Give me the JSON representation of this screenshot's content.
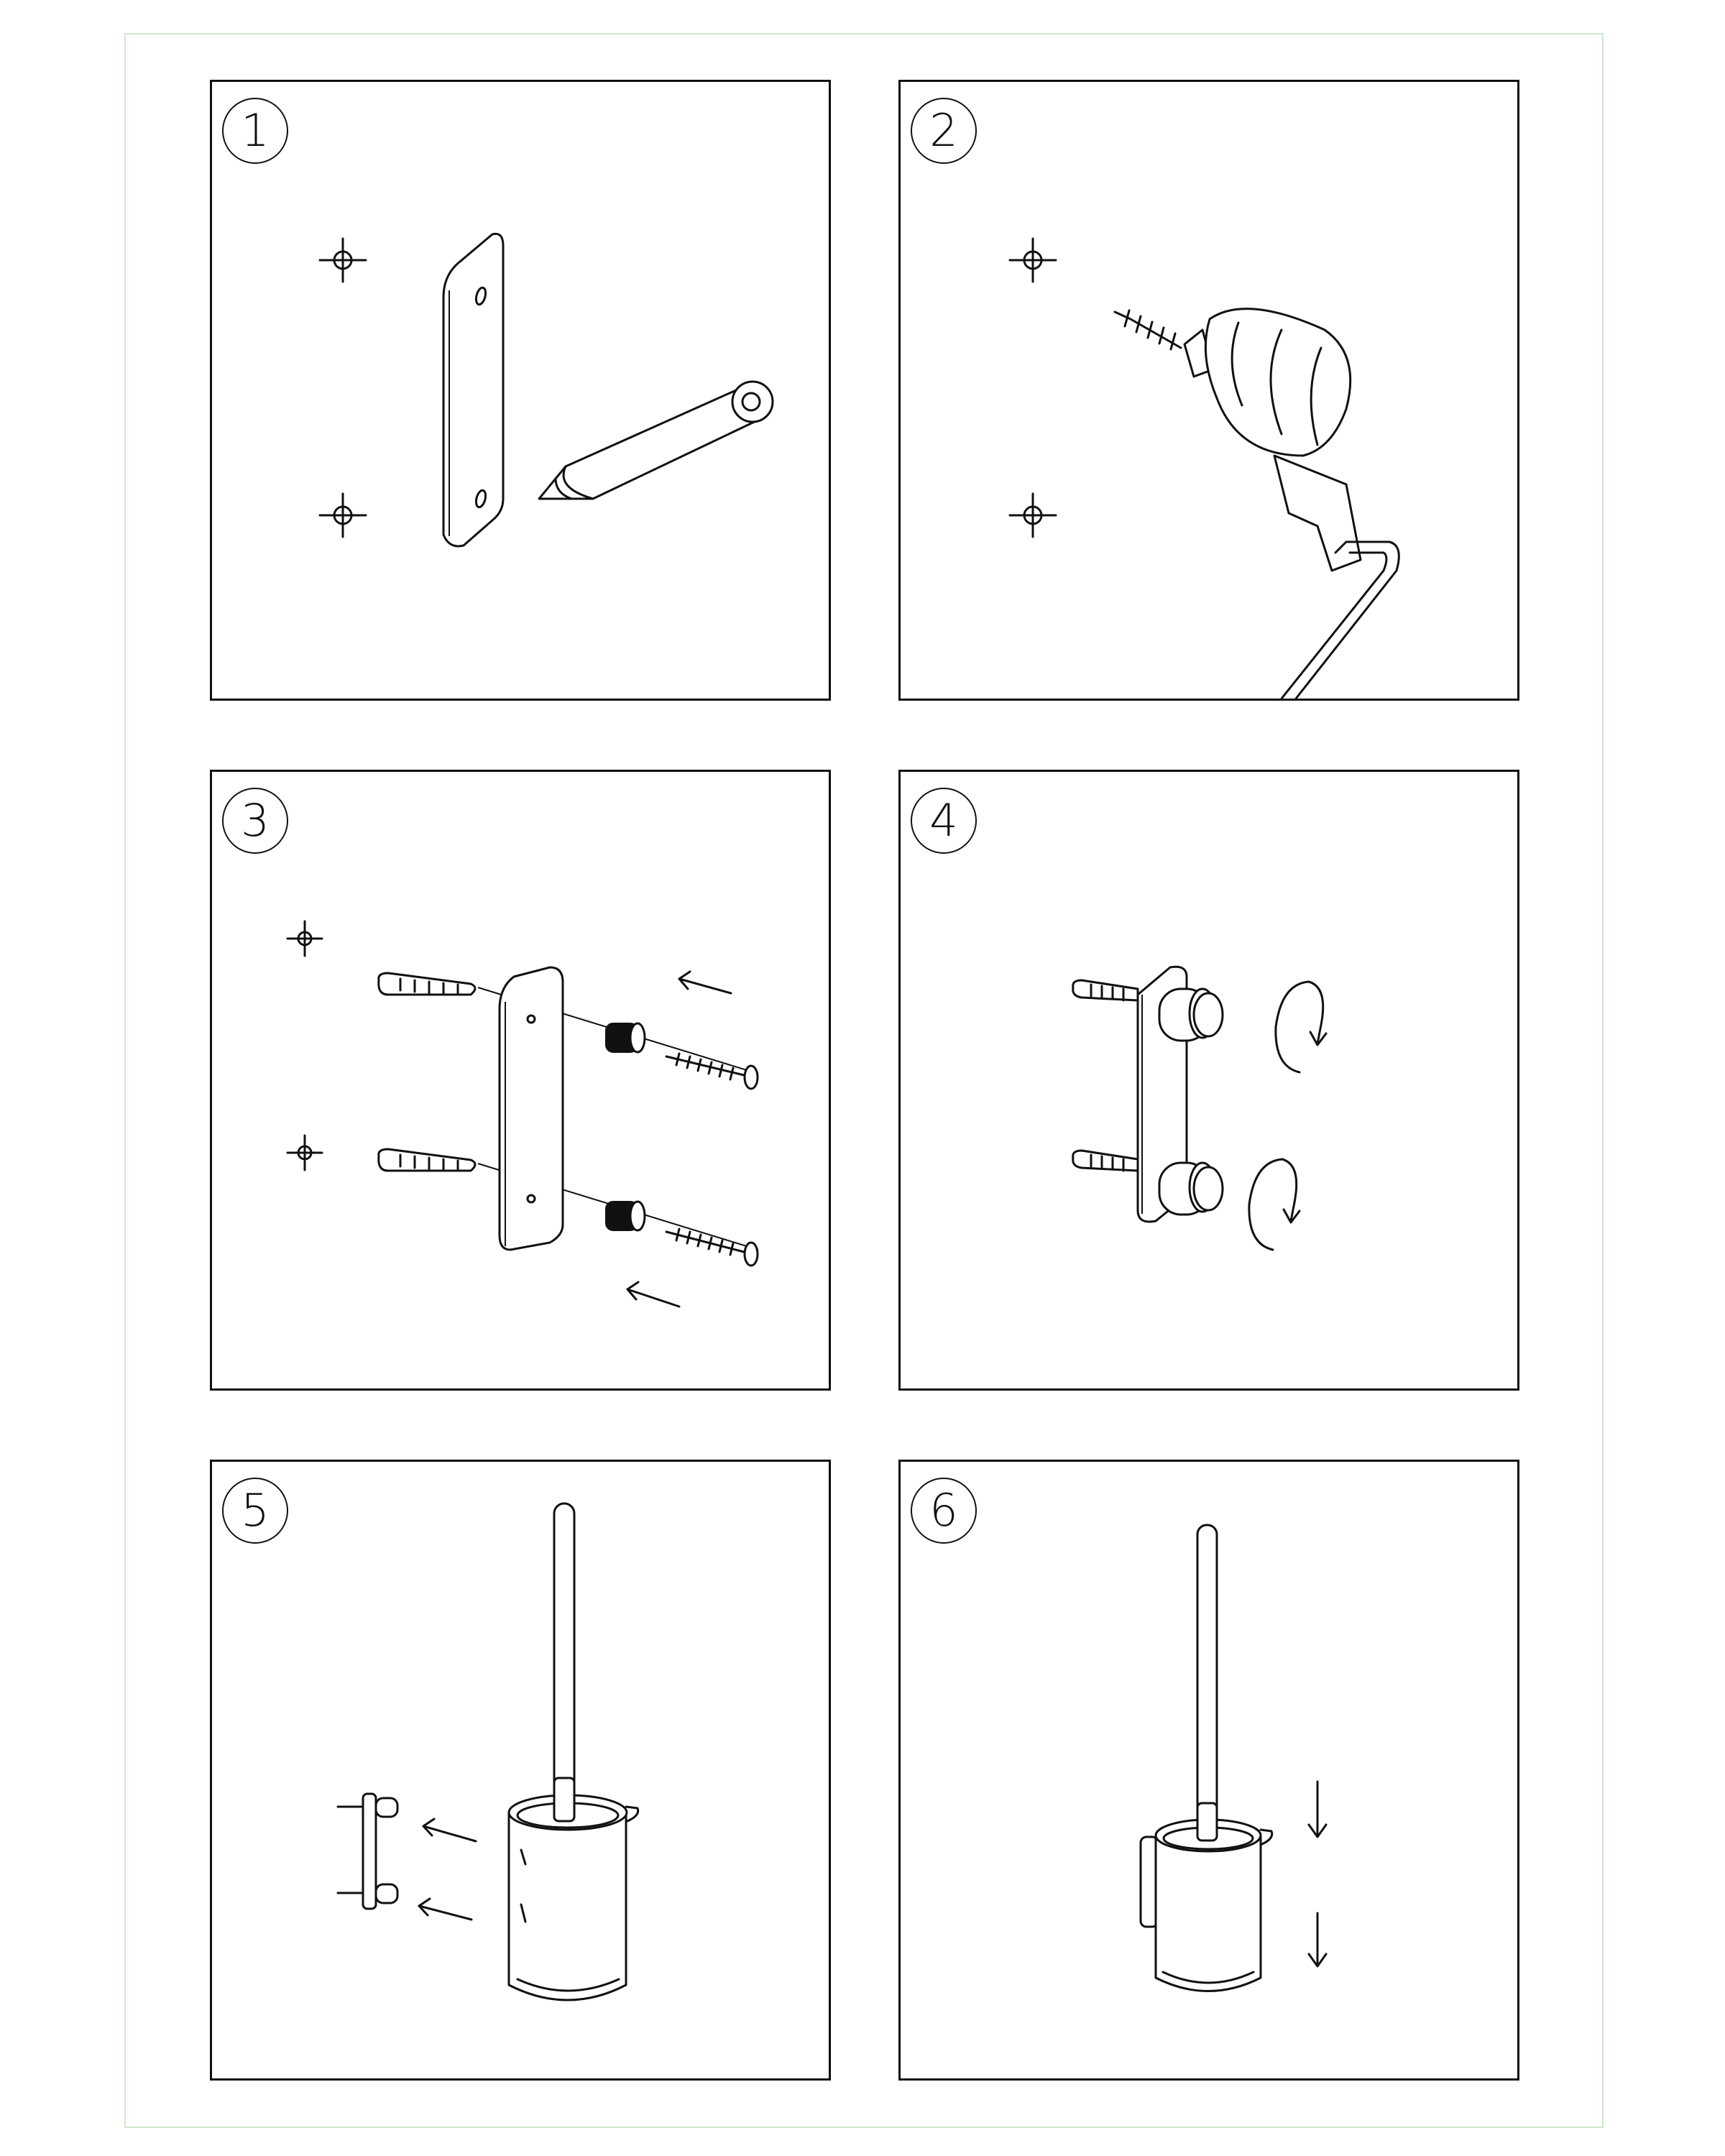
{
  "steps": [
    {
      "number": "1"
    },
    {
      "number": "2"
    },
    {
      "number": "3"
    },
    {
      "number": "4"
    },
    {
      "number": "5"
    },
    {
      "number": "6"
    }
  ],
  "colors": {
    "line": "#111111",
    "sheet_border": "#cfe8cc",
    "background": "#ffffff"
  }
}
